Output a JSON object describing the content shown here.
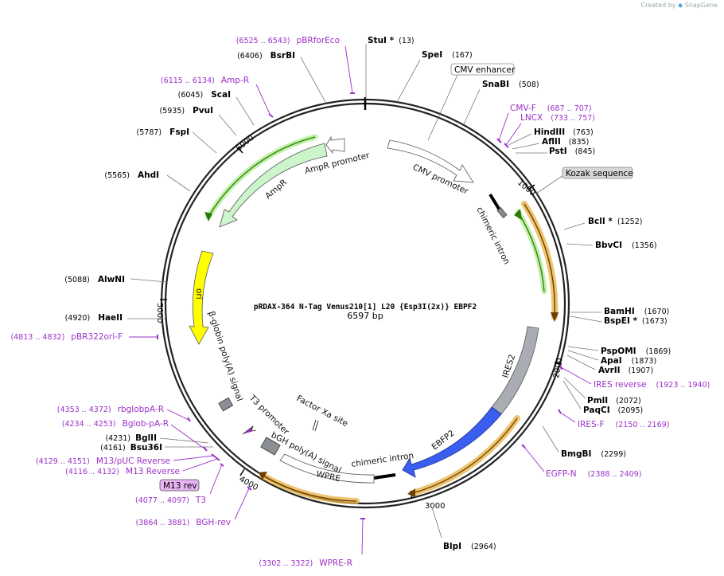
{
  "credit": {
    "created_by": "Created by",
    "brand": "SnapGene"
  },
  "plasmid": {
    "name": "pRDAX-364   N-Tag Venus210[1] L20 {Esp3I(2x)} EBPF2",
    "length": "6597 bp"
  },
  "ruler": [
    "1000",
    "2000",
    "3000",
    "4000",
    "5000",
    "6000"
  ],
  "sites": [
    {
      "name": "StuI *",
      "pos": "(13)"
    },
    {
      "name": "SpeI",
      "pos": "(167)"
    },
    {
      "name": "SnaBI",
      "pos": "(508)"
    },
    {
      "name": "HindIII",
      "pos": "(763)"
    },
    {
      "name": "AflII",
      "pos": "(835)"
    },
    {
      "name": "PstI",
      "pos": "(845)"
    },
    {
      "name": "BclI *",
      "pos": "(1252)"
    },
    {
      "name": "BbvCI",
      "pos": "(1356)"
    },
    {
      "name": "BamHI",
      "pos": "(1670)"
    },
    {
      "name": "BspEI *",
      "pos": "(1673)"
    },
    {
      "name": "PspOMI",
      "pos": "(1869)"
    },
    {
      "name": "ApaI",
      "pos": "(1873)"
    },
    {
      "name": "AvrII",
      "pos": "(1907)"
    },
    {
      "name": "PmlI",
      "pos": "(2072)"
    },
    {
      "name": "PaqCI",
      "pos": "(2095)"
    },
    {
      "name": "BmgBI",
      "pos": "(2299)"
    },
    {
      "name": "BlpI",
      "pos": "(2964)"
    },
    {
      "name": "Bsu36I",
      "pos": "(4161)"
    },
    {
      "name": "BglII",
      "pos": "(4231)"
    },
    {
      "name": "HaeII",
      "pos": "(4920)"
    },
    {
      "name": "AlwNI",
      "pos": "(5088)"
    },
    {
      "name": "AhdI",
      "pos": "(5565)"
    },
    {
      "name": "FspI",
      "pos": "(5787)"
    },
    {
      "name": "PvuI",
      "pos": "(5935)"
    },
    {
      "name": "ScaI",
      "pos": "(6045)"
    },
    {
      "name": "BsrBI",
      "pos": "(6406)"
    }
  ],
  "primers": [
    {
      "name": "pBRforEco",
      "range": "(6525 .. 6543)"
    },
    {
      "name": "Amp-R",
      "range": "(6115 .. 6134)"
    },
    {
      "name": "CMV-F",
      "range": "(687 .. 707)"
    },
    {
      "name": "LNCX",
      "range": "(733 .. 757)"
    },
    {
      "name": "IRES reverse",
      "range": "(1923 .. 1940)"
    },
    {
      "name": "IRES-F",
      "range": "(2150 .. 2169)"
    },
    {
      "name": "EGFP-N",
      "range": "(2388 .. 2409)"
    },
    {
      "name": "WPRE-R",
      "range": "(3302 .. 3322)"
    },
    {
      "name": "BGH-rev",
      "range": "(3864 .. 3881)"
    },
    {
      "name": "T3",
      "range": "(4077 .. 4097)"
    },
    {
      "name": "M13 Reverse",
      "range": "(4116 .. 4132)"
    },
    {
      "name": "M13/pUC Reverse",
      "range": "(4129 .. 4151)"
    },
    {
      "name": "Bglob-pA-R",
      "range": "(4234 .. 4253)"
    },
    {
      "name": "rbglobpA-R",
      "range": "(4353 .. 4372)"
    },
    {
      "name": "pBR322ori-F",
      "range": "(4813 .. 4832)"
    }
  ],
  "boxed": {
    "cmv_enhancer": "CMV enhancer",
    "kozak": "Kozak sequence",
    "m13rev": "M13 rev"
  },
  "features": {
    "cmv_promoter": "CMV promoter",
    "chimeric_intron_1": "chimeric intron",
    "ires2": "IRES2",
    "ebfp2": "EBFP2",
    "chimeric_intron_2": "chimeric intron",
    "wpre": "WPRE",
    "bgh": "bGH poly(A) signal",
    "factor_xa": "Factor Xa site",
    "t3_promoter": "T3 promoter",
    "beta_globin": "β-globin poly(A) signal",
    "ori": "ori",
    "ampr": "AmpR",
    "ampr_promoter": "AmpR promoter"
  },
  "colors": {
    "primer": "#9b30c8",
    "ampr": "#ccf5cc",
    "ori": "#ffff00",
    "ires": "#a9adb3",
    "ebfp2": "#3a5ef0",
    "orf": "#e8b040"
  }
}
